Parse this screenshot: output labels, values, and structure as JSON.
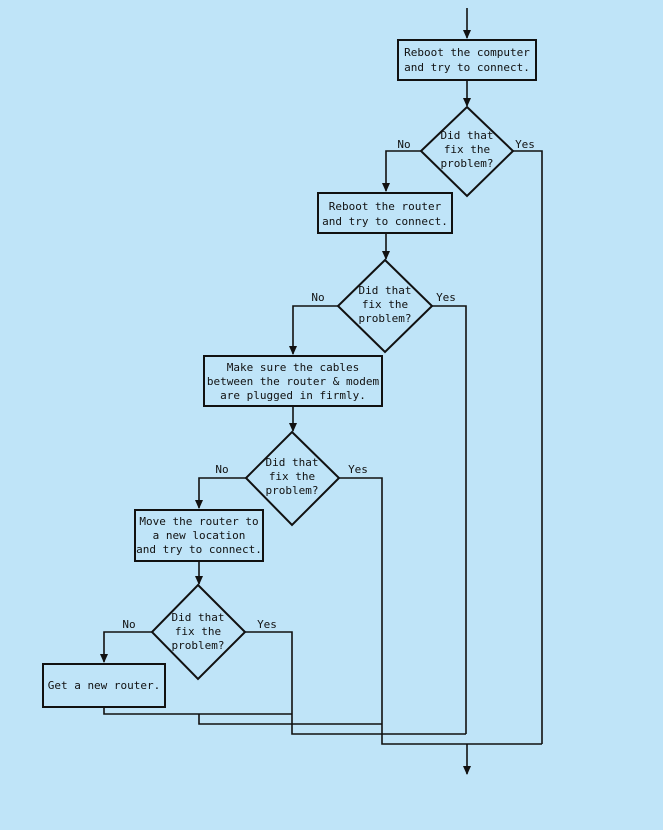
{
  "process_boxes": {
    "reboot_computer": [
      "Reboot the computer",
      "and try to connect."
    ],
    "reboot_router": [
      "Reboot the router",
      "and try to connect."
    ],
    "check_cables": [
      "Make sure the cables",
      "between the router & modem",
      "are plugged in firmly."
    ],
    "move_router": [
      "Move the router to",
      "a new location",
      "and try to connect."
    ],
    "new_router": [
      "Get a new router."
    ]
  },
  "decisions": {
    "d1": [
      "Did that",
      "fix the",
      "problem?"
    ],
    "d2": [
      "Did that",
      "fix the",
      "problem?"
    ],
    "d3": [
      "Did that",
      "fix the",
      "problem?"
    ],
    "d4": [
      "Did that",
      "fix the",
      "problem?"
    ]
  },
  "branch_labels": {
    "no": "No",
    "yes": "Yes"
  },
  "colors": {
    "background": "#bfe4f8",
    "line": "#111111"
  }
}
